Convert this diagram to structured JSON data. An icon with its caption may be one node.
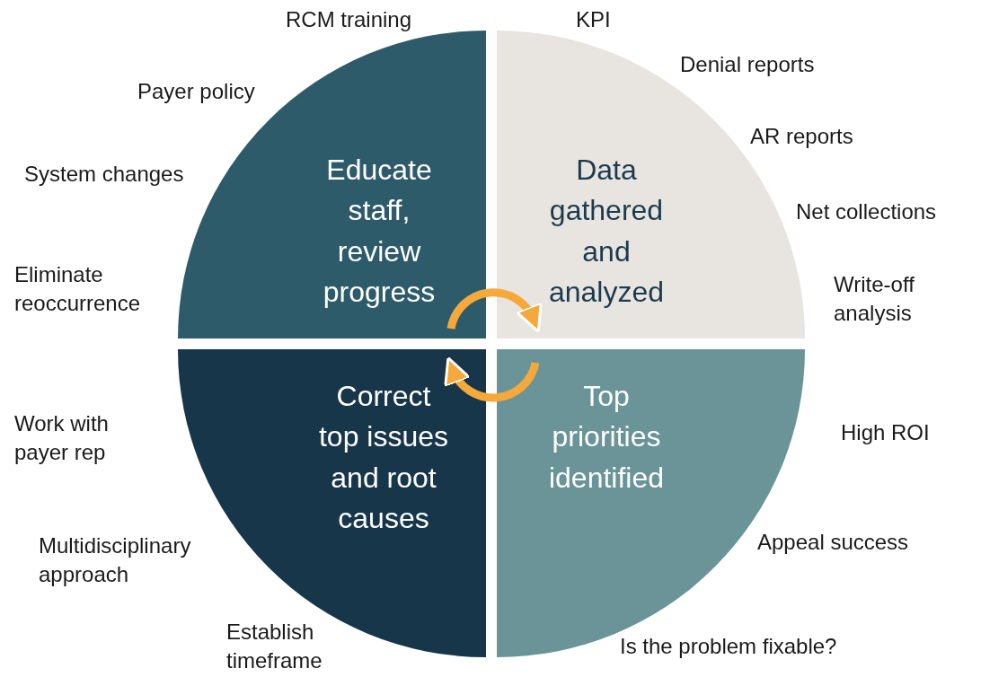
{
  "diagram": {
    "nodes": [
      {
        "text": [
          "Educate staff, review progress"
        ]
      },
      {
        "text": [
          "Data gathered and analyzed"
        ]
      },
      {
        "text": [
          "Correct top issues and root causes"
        ]
      },
      {
        "text": [
          "Top priorities identified"
        ]
      }
    ],
    "edges": [
      {
        "from": 0,
        "to": 1,
        "arrow": "to"
      },
      {
        "from": 3,
        "to": 2,
        "arrow": "to"
      }
    ],
    "labels": [
      "RCM training",
      "KPI",
      "Denial reports",
      "Payer policy",
      "AR reports",
      "System changes",
      "Net collections",
      "Eliminate reoccurrence",
      "Write-off analysis",
      "Work with payer rep",
      "High ROI",
      "Multidisciplinary approach",
      "Appeal success",
      "Establish timeframe",
      "Is the problem fixable?"
    ]
  }
}
